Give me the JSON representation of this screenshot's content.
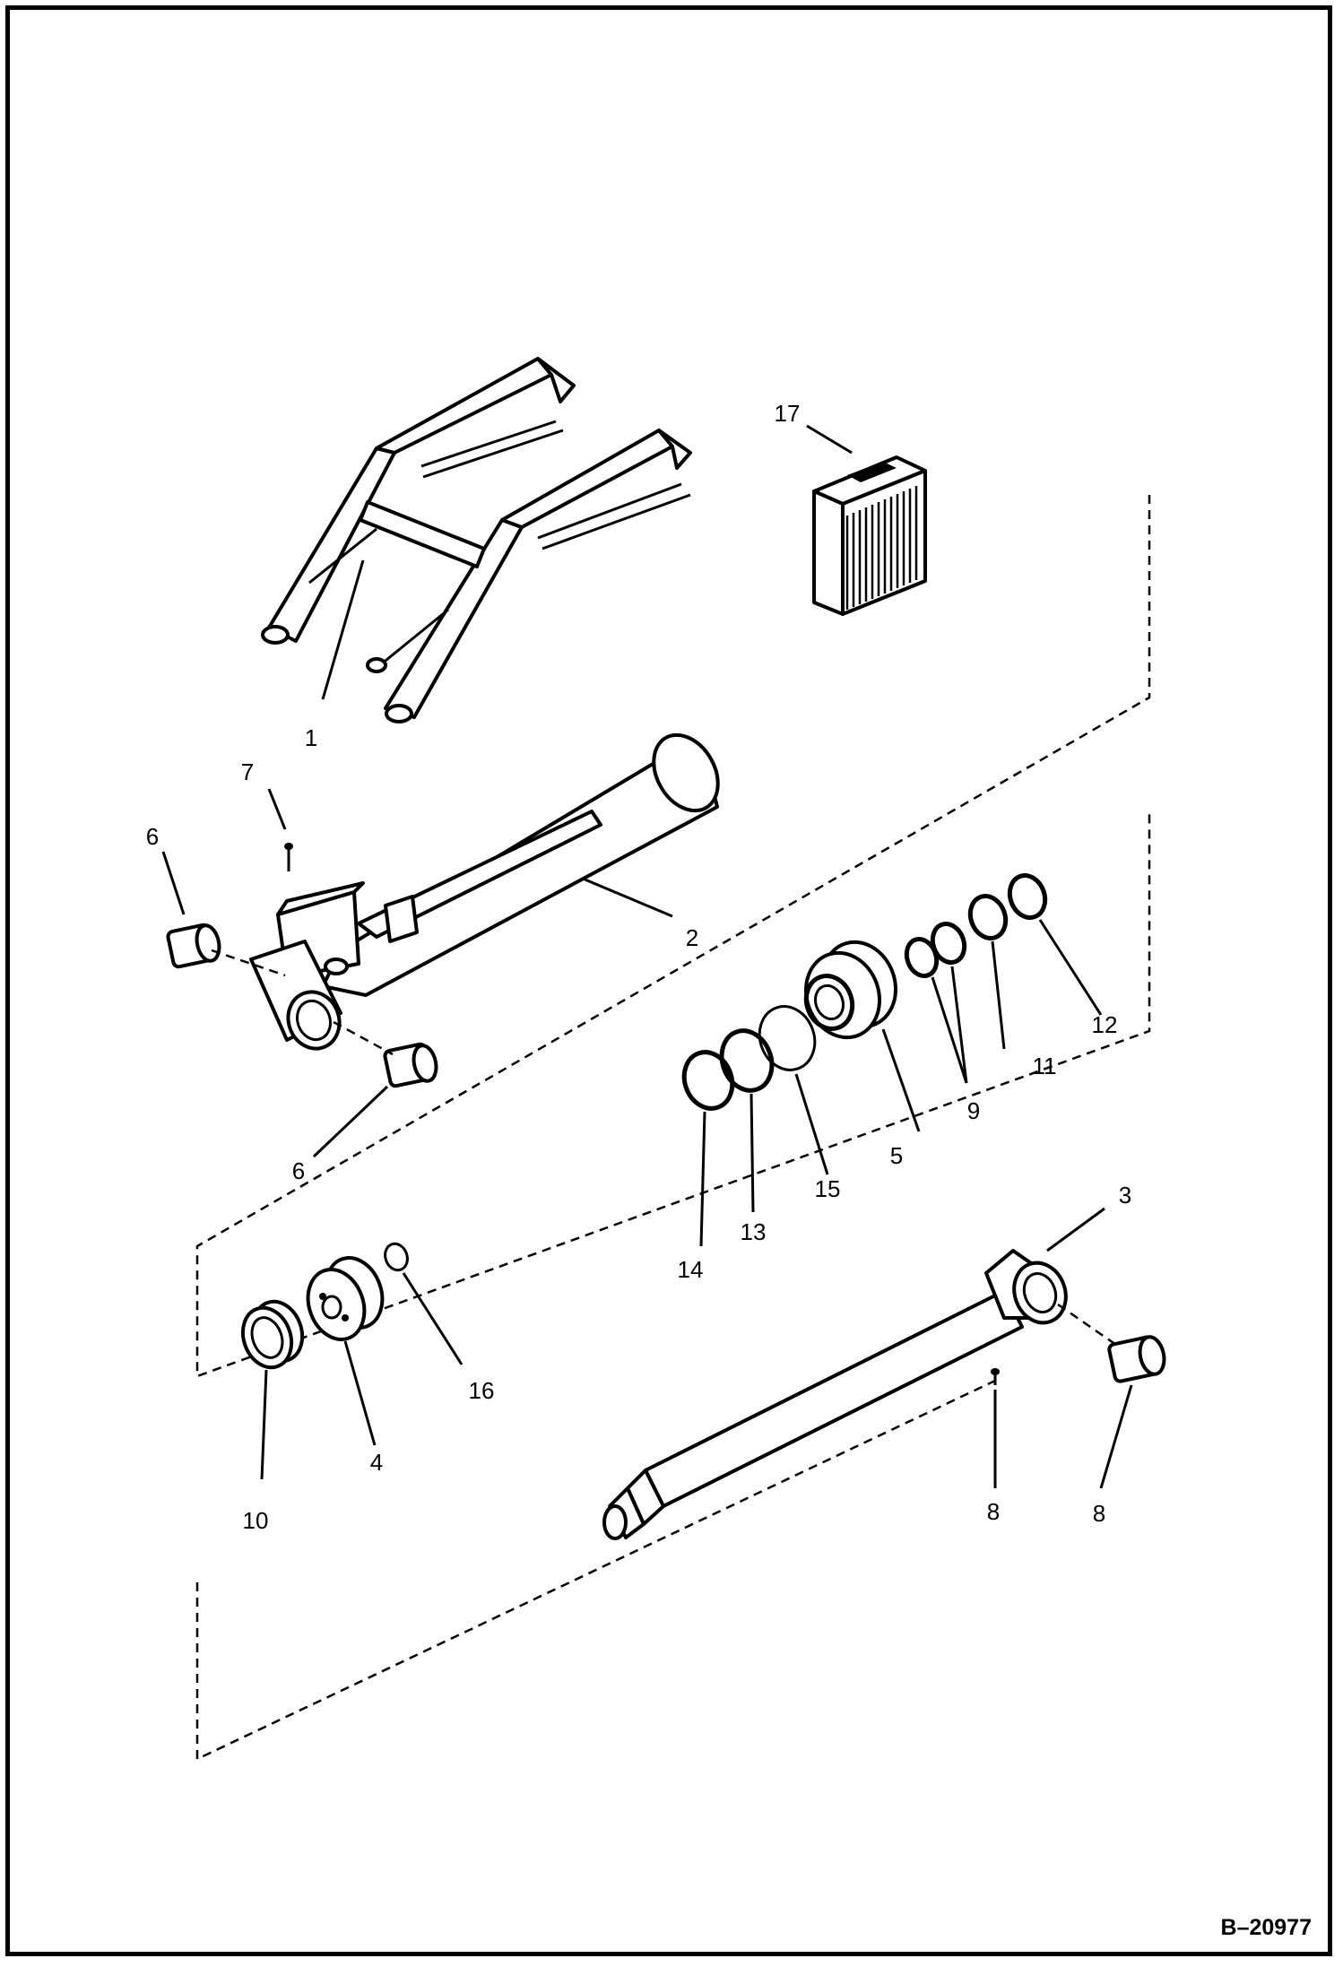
{
  "diagram": {
    "reference": "B–20977",
    "callouts": [
      {
        "id": "c1",
        "text": "1"
      },
      {
        "id": "c2",
        "text": "2"
      },
      {
        "id": "c3",
        "text": "3"
      },
      {
        "id": "c4",
        "text": "4"
      },
      {
        "id": "c5",
        "text": "5"
      },
      {
        "id": "c6a",
        "text": "6"
      },
      {
        "id": "c6b",
        "text": "6"
      },
      {
        "id": "c7",
        "text": "7"
      },
      {
        "id": "c8a",
        "text": "8"
      },
      {
        "id": "c8b",
        "text": "8"
      },
      {
        "id": "c9",
        "text": "9"
      },
      {
        "id": "c10",
        "text": "10"
      },
      {
        "id": "c11",
        "text": "11"
      },
      {
        "id": "c12",
        "text": "12"
      },
      {
        "id": "c13",
        "text": "13"
      },
      {
        "id": "c14",
        "text": "14"
      },
      {
        "id": "c15",
        "text": "15"
      },
      {
        "id": "c16",
        "text": "16"
      },
      {
        "id": "c17",
        "text": "17"
      }
    ]
  }
}
